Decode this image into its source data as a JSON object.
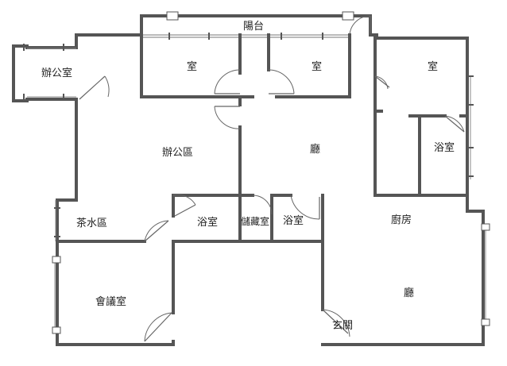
{
  "rooms": {
    "balcony": "陽台",
    "office": "辦公室",
    "room_1": "室",
    "room_2": "室",
    "room_3": "室",
    "bath_right": "浴室",
    "office_area": "辦公區",
    "hall_upper": "廳",
    "pantry": "茶水區",
    "bath_mid": "浴室",
    "storage": "儲藏室",
    "bath_mid2": "浴室",
    "kitchen": "廚房",
    "meeting": "會議室",
    "hall_lower": "廳",
    "entrance": "玄關"
  },
  "colors": {
    "wall": "#555555",
    "background": "#ffffff",
    "text": "#222222"
  }
}
